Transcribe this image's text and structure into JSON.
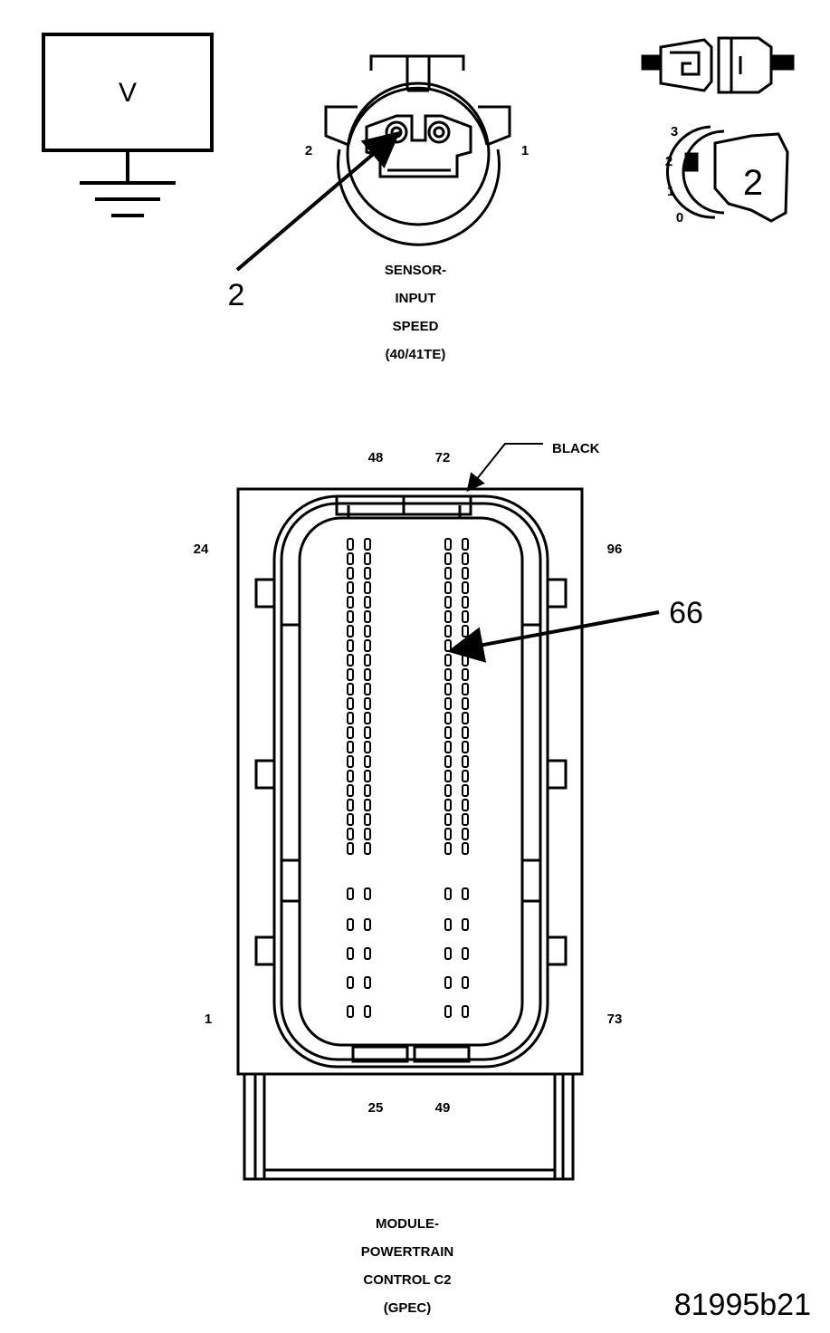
{
  "meter": {
    "symbol": "V"
  },
  "sensor": {
    "pin_left": "2",
    "pin_right": "1",
    "callout": "2",
    "title_lines": [
      "SENSOR-",
      "INPUT",
      "SPEED",
      "(40/41TE)"
    ]
  },
  "probe": {
    "scale_labels": [
      "3",
      "2",
      "1",
      "0"
    ],
    "number": "2"
  },
  "module": {
    "top_labels": [
      "48",
      "72"
    ],
    "color_label": "BLACK",
    "side_left_top": "24",
    "side_right_top": "96",
    "side_left_bottom": "1",
    "side_right_bottom": "73",
    "bottom_labels": [
      "25",
      "49"
    ],
    "callout": "66",
    "title_lines": [
      "MODULE-",
      "POWERTRAIN",
      "CONTROL C2",
      "(GPEC)"
    ]
  },
  "figure_id": "81995b21"
}
